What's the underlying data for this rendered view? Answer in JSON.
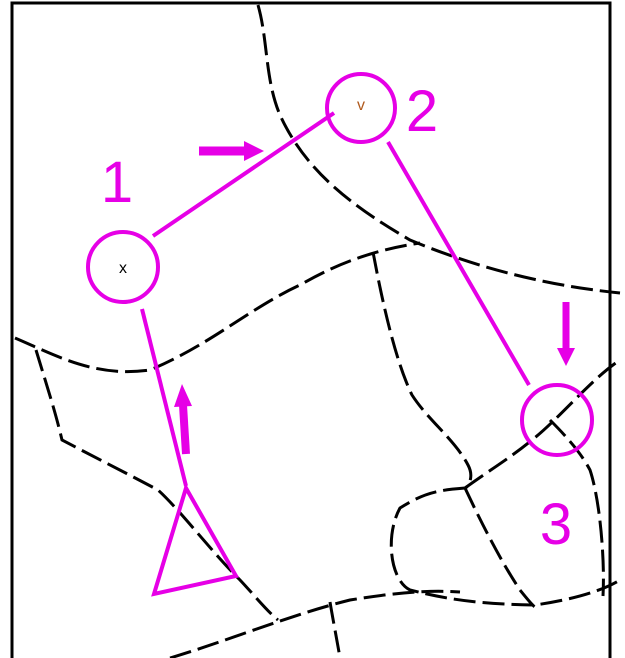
{
  "map": {
    "course_color": "#e600e6",
    "line_color": "#000000",
    "feature_color": "#b05a1e",
    "start": {
      "name": "start-triangle"
    },
    "controls": [
      {
        "number": "1",
        "symbol": "x"
      },
      {
        "number": "2",
        "symbol": "v"
      },
      {
        "number": "3",
        "symbol": ""
      }
    ]
  }
}
